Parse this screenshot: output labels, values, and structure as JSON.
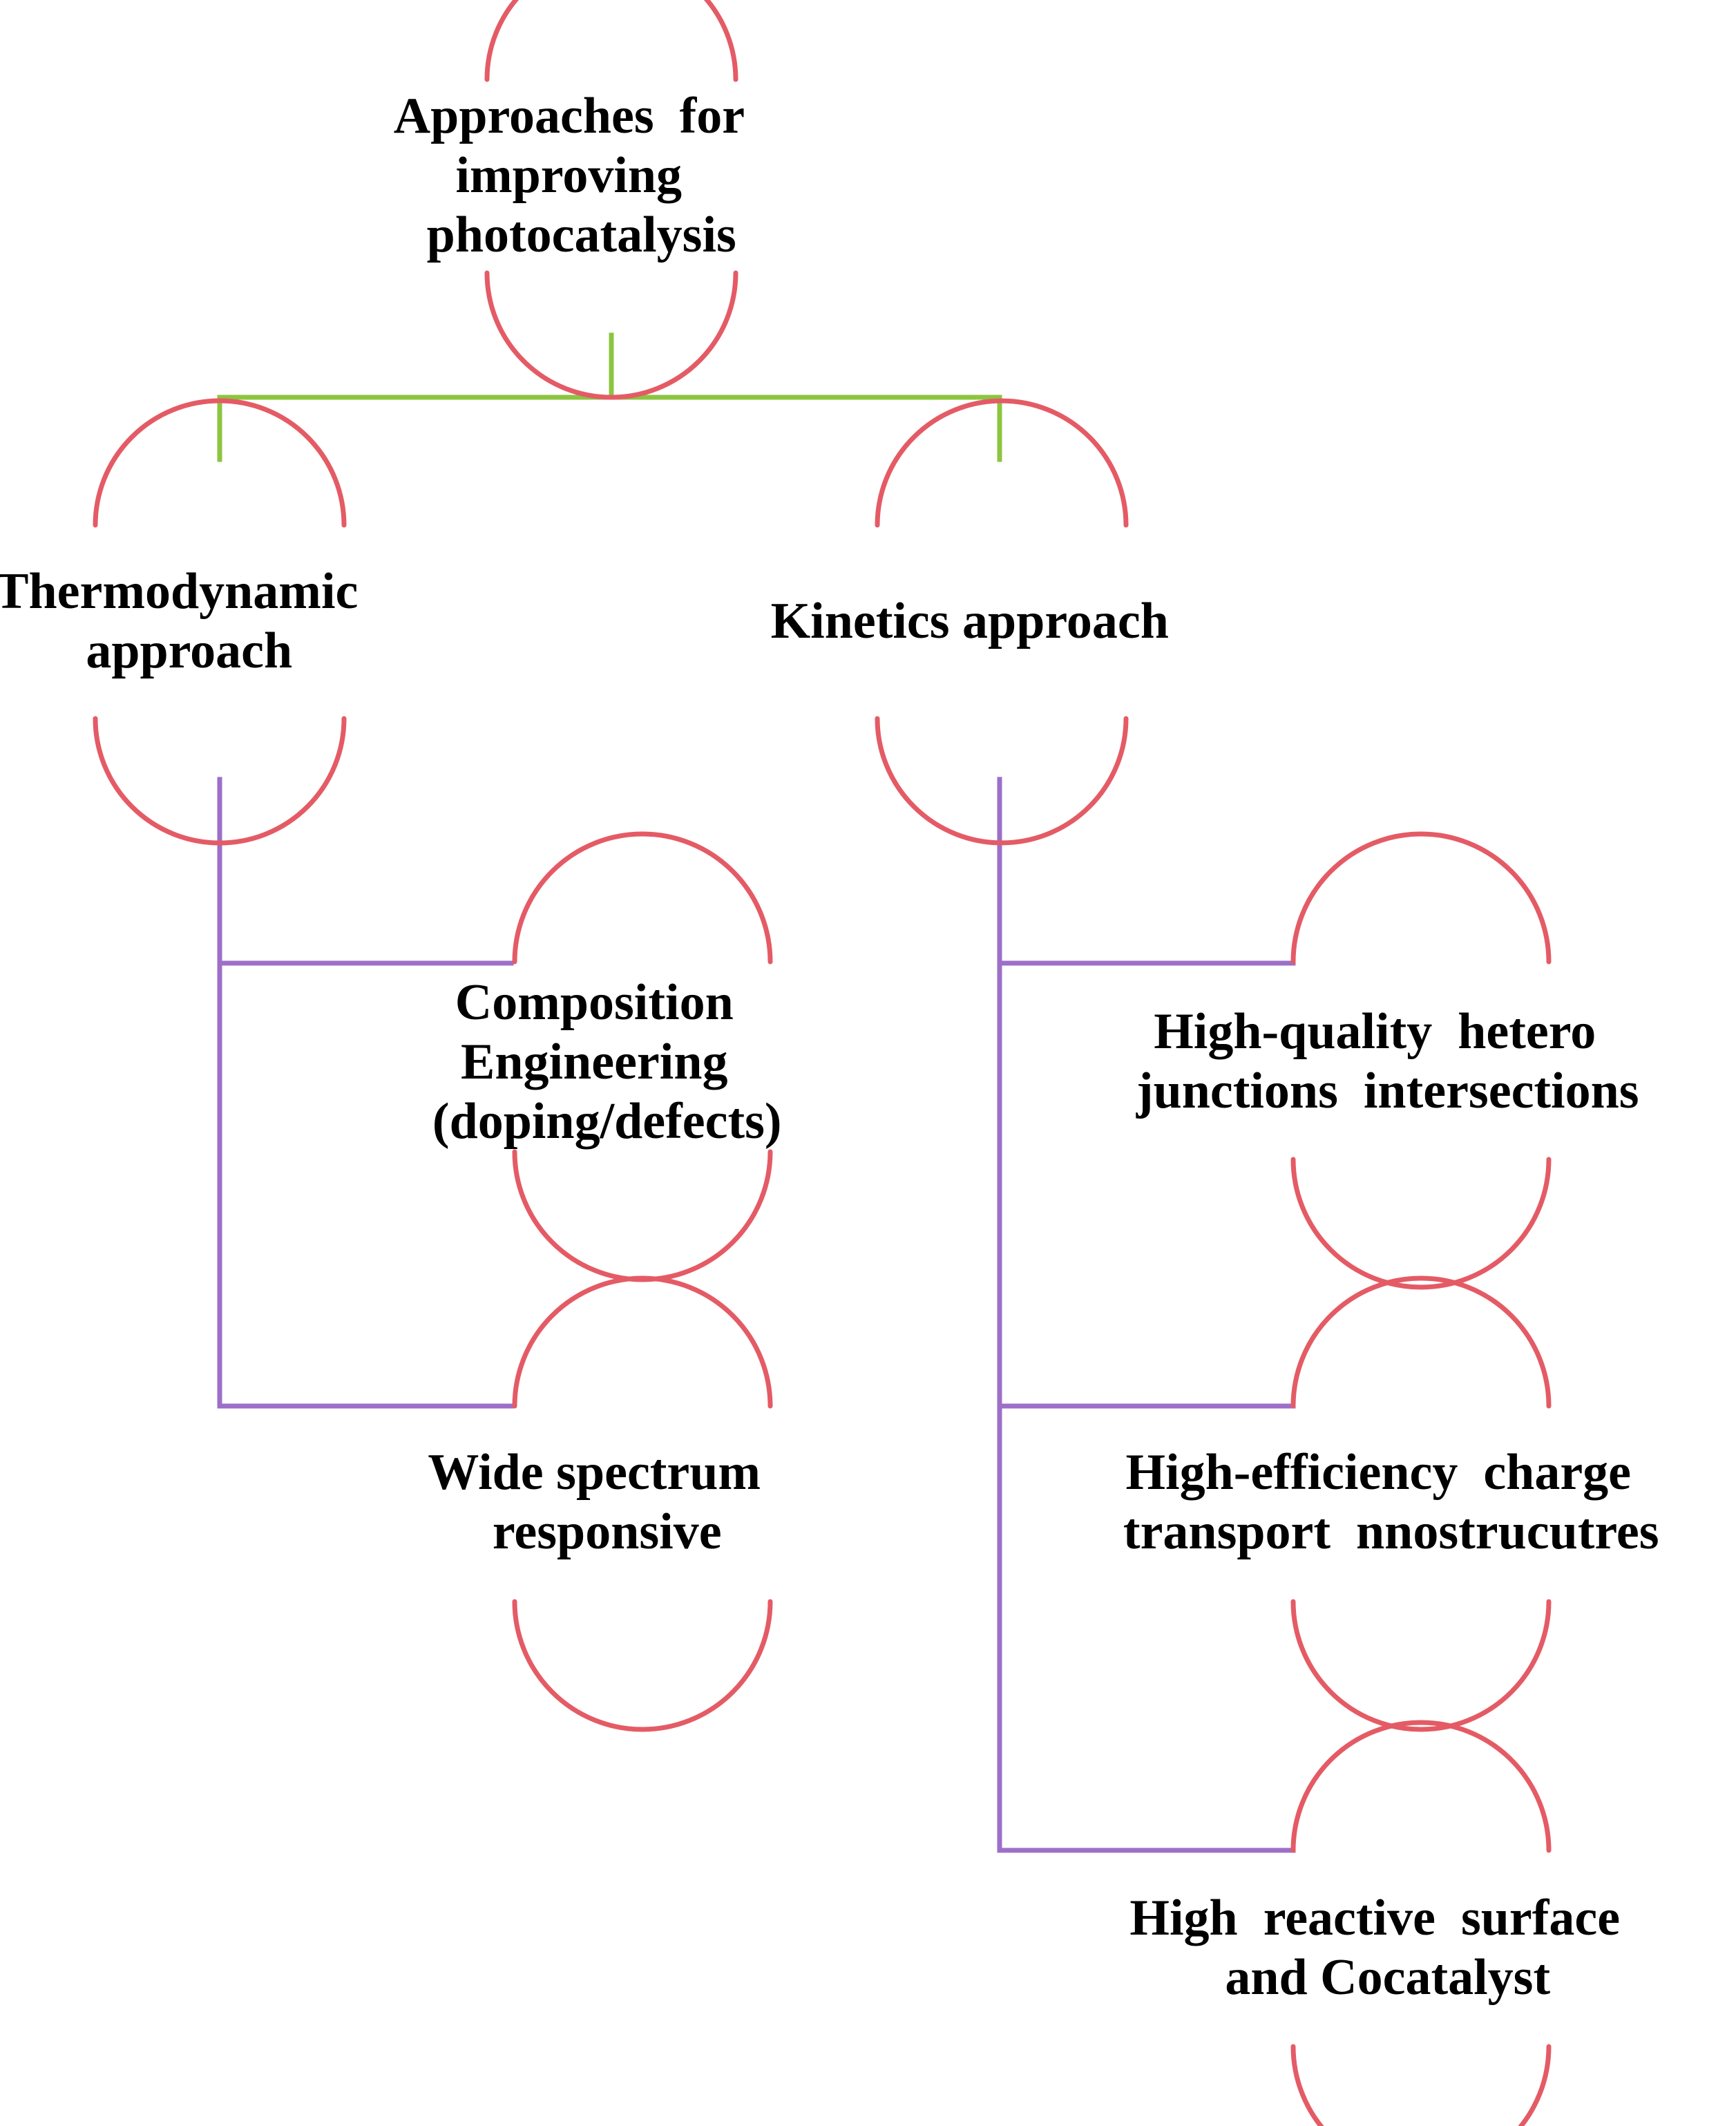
{
  "colors": {
    "arc": "#e45b65",
    "root_connector": "#8cc540",
    "child_connector": "#9c6fc8",
    "text": "#000000",
    "background": "#ffffff"
  },
  "nodes": {
    "root": {
      "lines": [
        "Approaches  for",
        "improving",
        "photocatalysis"
      ]
    },
    "thermodynamic": {
      "lines": [
        "Thermodynamic",
        "approach"
      ]
    },
    "kinetics": {
      "lines": [
        "Kinetics approach"
      ]
    },
    "composition": {
      "lines": [
        "Composition",
        "Engineering",
        "(doping/defects)"
      ]
    },
    "wide_spectrum": {
      "lines": [
        "Wide spectrum",
        "responsive"
      ]
    },
    "heterojunctions": {
      "lines": [
        "High-quality  hetero",
        "junctions  intersections"
      ]
    },
    "charge_transport": {
      "lines": [
        "High-efficiency  charge",
        "transport  nnostrucutres"
      ]
    },
    "reactive_surface": {
      "lines": [
        "High  reactive  surface",
        "and Cocatalyst"
      ]
    }
  }
}
